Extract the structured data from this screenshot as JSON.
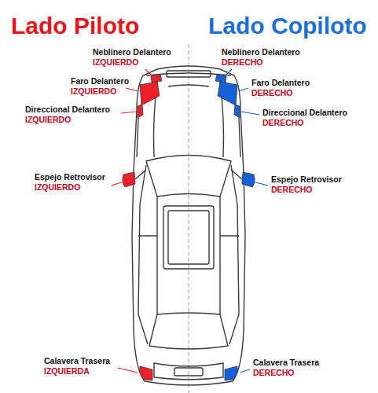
{
  "diagram": {
    "labels": [
      "Lado Piloto",
      "Lado Copiloto",
      "Neblinero Delantero",
      "IZQUIERDO",
      "Faro Delantero",
      "IZQUIERDO",
      "Direccional Delantero",
      "IZQUIERDO",
      "Espejo Retrovisor",
      "IZQUIERDO",
      "Calavera Trasera",
      "IZQUIERDA",
      "Neblinero Delantero",
      "DERECHO",
      "Faro Delantero",
      "DERECHO",
      "Direccional Delantero",
      "DERECHO",
      "Espejo Retrovisor",
      "DERECHO",
      "Calavera Trasera",
      "DERECHO"
    ]
  }
}
